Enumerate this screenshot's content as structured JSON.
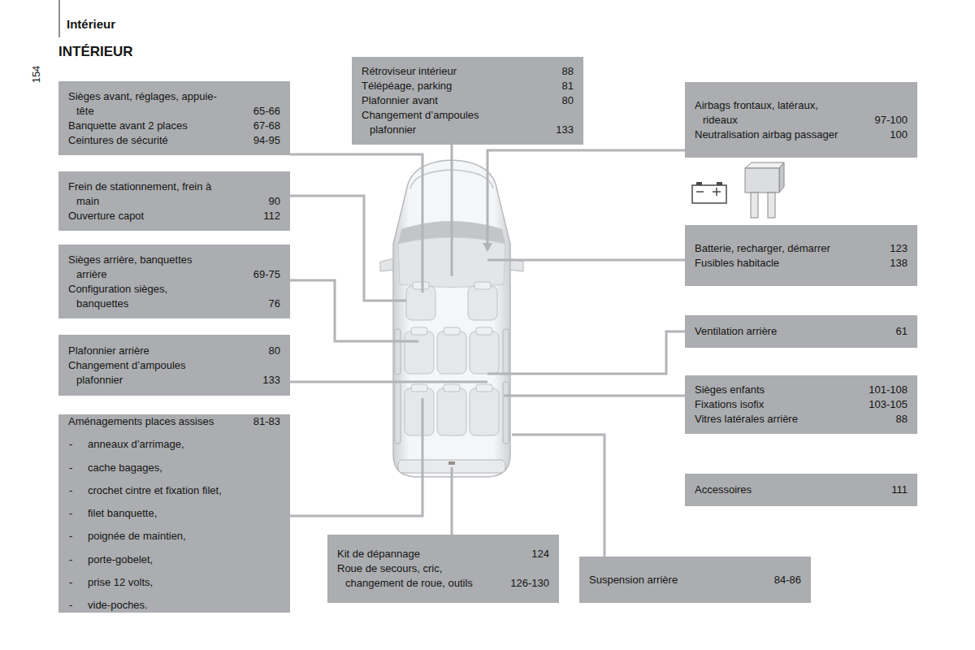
{
  "diagram": {
    "title": "INTÉRIEUR",
    "nodes": [
      {
        "text": [
          "Sièges avant, réglages, appuie-tête",
          "65-66",
          "Banquette avant 2 places",
          "67-68",
          "Ceintures de sécurité",
          "94-95"
        ]
      },
      {
        "text": [
          "Frein de stationnement, frein à main",
          "90",
          "Ouverture capot",
          "112"
        ]
      },
      {
        "text": [
          "Sièges arrière, banquettes arrière",
          "69-75",
          "Configuration sièges, banquettes",
          "76"
        ]
      },
      {
        "text": [
          "Plafonnier arrière",
          "80",
          "Changement d’ampoules plafonnier",
          "133"
        ]
      },
      {
        "text": [
          "Aménagements places assises",
          "81-83",
          "-",
          "anneaux d’arrimage,",
          "-",
          "cache bagages,",
          "-",
          "crochet cintre et fixation filet,",
          "-",
          "filet banquette,",
          "-",
          "poignée de maintien,",
          "-",
          "porte-gobelet,",
          "-",
          "prise 12 volts,",
          "-",
          "vide-poches."
        ]
      },
      {
        "text": [
          "Rétroviseur intérieur",
          "88",
          "Télépéage, parking",
          "81",
          "Plafonnier avant",
          "80",
          "Changement d’ampoules plafonnier",
          "133"
        ]
      },
      {
        "text": [
          "Airbags frontaux, latéraux, rideaux",
          "97-100",
          "Neutralisation airbag passager",
          "100"
        ]
      },
      {
        "text": [
          "Batterie, recharger, démarrer",
          "123",
          "Fusibles habitacle",
          "138"
        ]
      },
      {
        "text": [
          "Ventilation arrière",
          "61"
        ]
      },
      {
        "text": [
          "Sièges enfants",
          "101-108",
          "Fixations isofix",
          "103-105",
          "Vitres latérales arrière",
          "88"
        ]
      },
      {
        "text": [
          "Accessoires",
          "111"
        ]
      },
      {
        "text": [
          "Kit de dépannage",
          "124",
          "Roue de secours, cric, changement de roue, outils",
          "126-130"
        ]
      },
      {
        "text": [
          "Suspension arrière",
          "84-86"
        ]
      }
    ],
    "labels": [
      "Intérieur",
      "154"
    ]
  }
}
